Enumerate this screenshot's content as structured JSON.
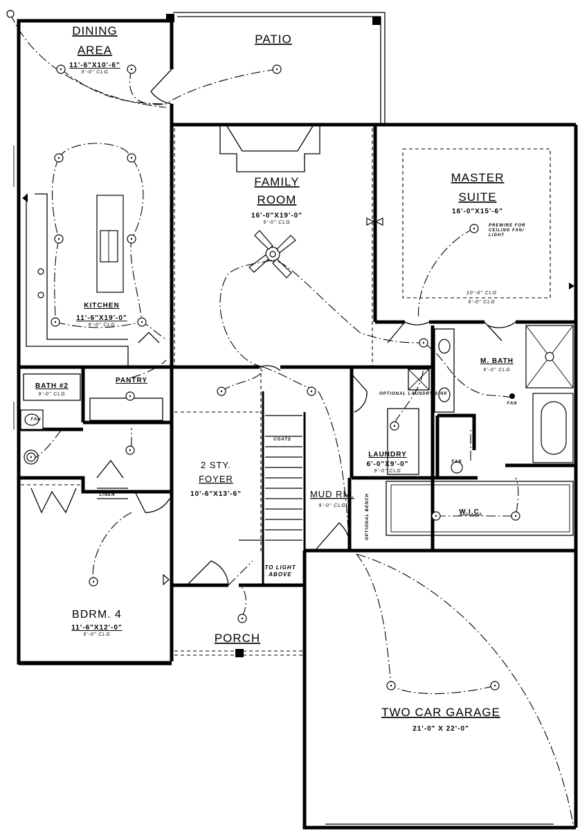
{
  "rooms": {
    "dining": {
      "name_1": "DINING",
      "name_2": "AREA",
      "size": "11'-6\"X10'-6\"",
      "ceiling": "9'-0\" CLG"
    },
    "patio": {
      "name": "PATIO"
    },
    "family": {
      "name_1": "FAMILY",
      "name_2": "ROOM",
      "size": "16'-0\"X19'-0\"",
      "ceiling": "9'-0\" CLG"
    },
    "master": {
      "name_1": "MASTER",
      "name_2": "SUITE",
      "size": "16'-0\"X15'-6\"",
      "ceiling_1": "10'-0\" CLG",
      "ceiling_2": "9'-0\" CLG",
      "note_1": "PREWIRE FOR",
      "note_2": "CEILING FAN/",
      "note_3": "LIGHT"
    },
    "kitchen": {
      "name": "KITCHEN",
      "size": "11'-6\"X19'-0\"",
      "ceiling": "9'-0\" CLG"
    },
    "bath2": {
      "name": "BATH #2",
      "ceiling": "9'-0\" CLG"
    },
    "pantry": {
      "name": "PANTRY"
    },
    "mbath": {
      "name": "M. BATH",
      "ceiling": "9'-0\" CLG"
    },
    "laundry": {
      "name": "LAUNDRY",
      "size": "6'-0\"X9'-0\"",
      "ceiling": "9'-0\" CLG",
      "optional_sink": "OPTIONAL LAUNDRY SINK"
    },
    "foyer": {
      "name_1": "2 STY.",
      "name_2": "FOYER",
      "size": "10'-6\"X13'-6\""
    },
    "mudroom": {
      "name": "MUD RM.",
      "ceiling": "9'-0\" CLG",
      "bench": "OPTIONAL BENCH"
    },
    "wic": {
      "name": "W.I.C."
    },
    "bdrm4": {
      "name": "BDRM. 4",
      "size": "11'-6\"X12'-0\"",
      "ceiling": "9'-0\" CLG"
    },
    "porch": {
      "name": "PORCH"
    },
    "garage": {
      "name": "TWO CAR GARAGE",
      "size": "21'-0\" X 22'-0\""
    }
  },
  "labels": {
    "coats": "COATS",
    "linen": "LINEN",
    "fan": "FAN",
    "fan2": "FAN",
    "fan3": "FAN",
    "to_light_1": "TO LIGHT",
    "to_light_2": "ABOVE"
  }
}
